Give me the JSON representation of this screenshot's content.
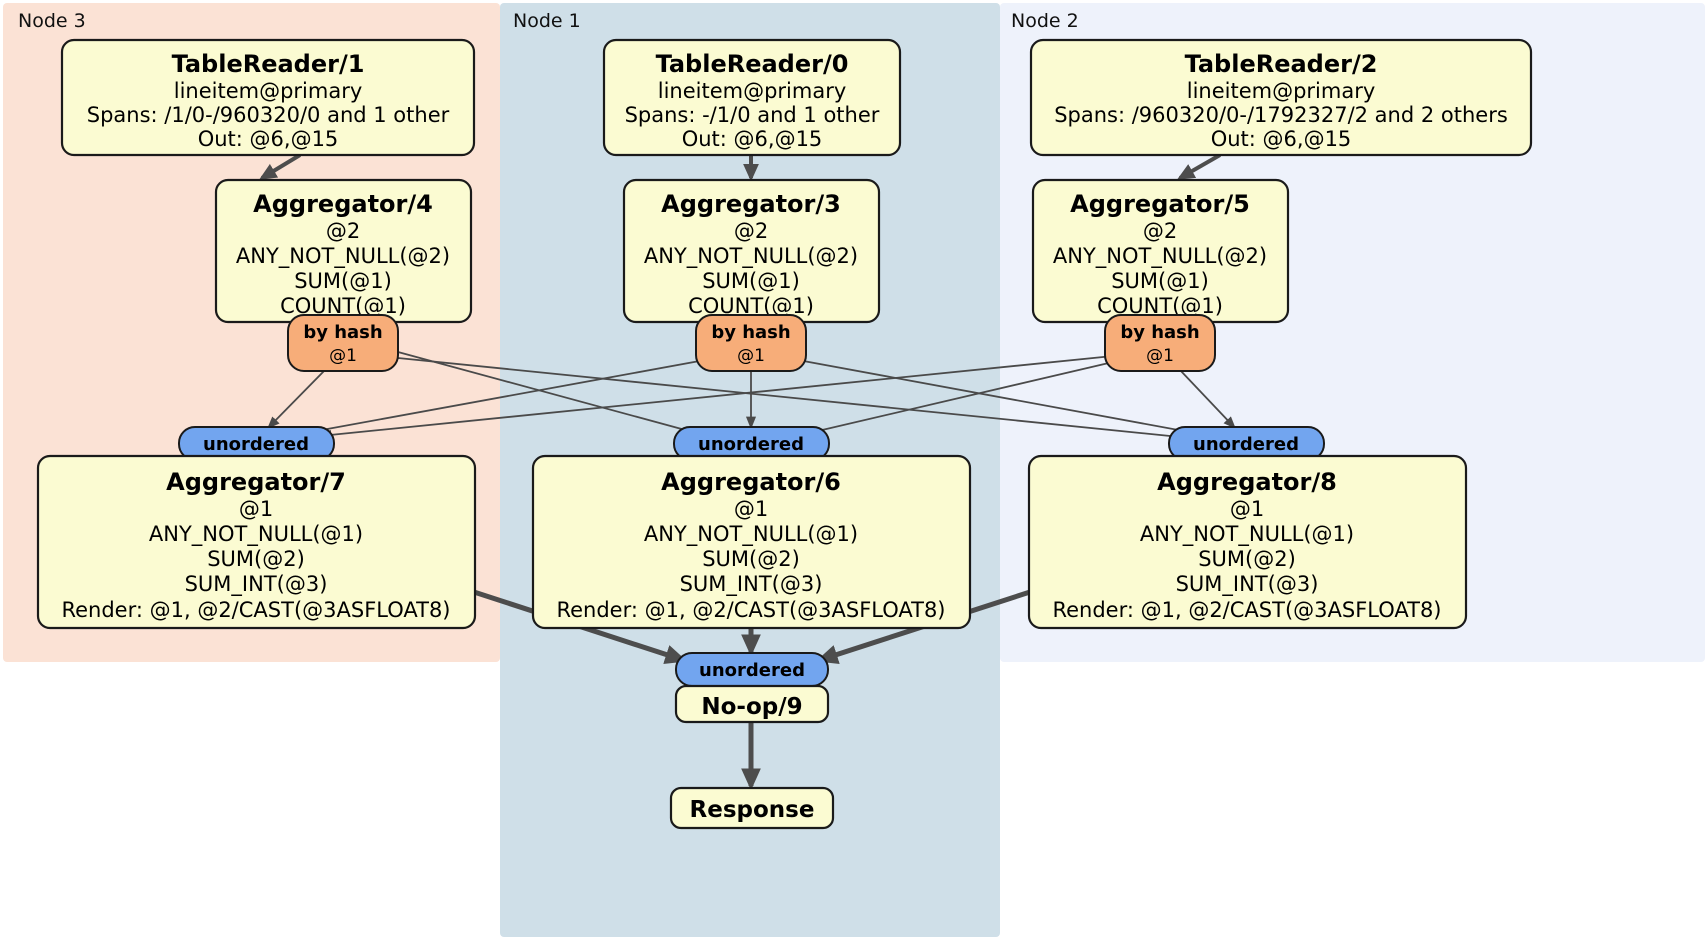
{
  "diagram": {
    "title": "distributed-query-plan",
    "colors": {
      "node3_bg": "#fbe2d5",
      "node1_bg": "#cfdfe8",
      "node2_bg": "#eef2fb",
      "processor_fill": "#fbfbd2",
      "hash_badge_fill": "#f7ad79",
      "unordered_badge_fill": "#72a5ef",
      "stroke": "#1a1a1a",
      "edge": "#4d4d4d"
    },
    "regions": [
      {
        "id": "node3",
        "label": "Node 3"
      },
      {
        "id": "node1",
        "label": "Node 1"
      },
      {
        "id": "node2",
        "label": "Node 2"
      }
    ],
    "processors": {
      "table_reader_1": {
        "title": "TableReader/1",
        "lines": [
          "lineitem@primary",
          "Spans: /1/0-/960320/0 and 1 other",
          "Out: @6,@15"
        ]
      },
      "table_reader_0": {
        "title": "TableReader/0",
        "lines": [
          "lineitem@primary",
          "Spans: -/1/0 and 1 other",
          "Out: @6,@15"
        ]
      },
      "table_reader_2": {
        "title": "TableReader/2",
        "lines": [
          "lineitem@primary",
          "Spans: /960320/0-/1792327/2 and 2 others",
          "Out: @6,@15"
        ]
      },
      "aggregator_4": {
        "title": "Aggregator/4",
        "lines": [
          "@2",
          "ANY_NOT_NULL(@2)",
          "SUM(@1)",
          "COUNT(@1)"
        ]
      },
      "aggregator_3": {
        "title": "Aggregator/3",
        "lines": [
          "@2",
          "ANY_NOT_NULL(@2)",
          "SUM(@1)",
          "COUNT(@1)"
        ]
      },
      "aggregator_5": {
        "title": "Aggregator/5",
        "lines": [
          "@2",
          "ANY_NOT_NULL(@2)",
          "SUM(@1)",
          "COUNT(@1)"
        ]
      },
      "aggregator_7": {
        "title": "Aggregator/7",
        "lines": [
          "@1",
          "ANY_NOT_NULL(@1)",
          "SUM(@2)",
          "SUM_INT(@3)",
          "Render: @1, @2/CAST(@3ASFLOAT8)"
        ]
      },
      "aggregator_6": {
        "title": "Aggregator/6",
        "lines": [
          "@1",
          "ANY_NOT_NULL(@1)",
          "SUM(@2)",
          "SUM_INT(@3)",
          "Render: @1, @2/CAST(@3ASFLOAT8)"
        ]
      },
      "aggregator_8": {
        "title": "Aggregator/8",
        "lines": [
          "@1",
          "ANY_NOT_NULL(@1)",
          "SUM(@2)",
          "SUM_INT(@3)",
          "Render: @1, @2/CAST(@3ASFLOAT8)"
        ]
      },
      "noop_9": {
        "title": "No-op/9"
      },
      "response": {
        "title": "Response"
      }
    },
    "badges": {
      "hash_left": {
        "title": "by hash",
        "sub": "@1"
      },
      "hash_center": {
        "title": "by hash",
        "sub": "@1"
      },
      "hash_right": {
        "title": "by hash",
        "sub": "@1"
      },
      "unordered_left": {
        "title": "unordered"
      },
      "unordered_center": {
        "title": "unordered"
      },
      "unordered_right": {
        "title": "unordered"
      },
      "unordered_final": {
        "title": "unordered"
      }
    }
  }
}
